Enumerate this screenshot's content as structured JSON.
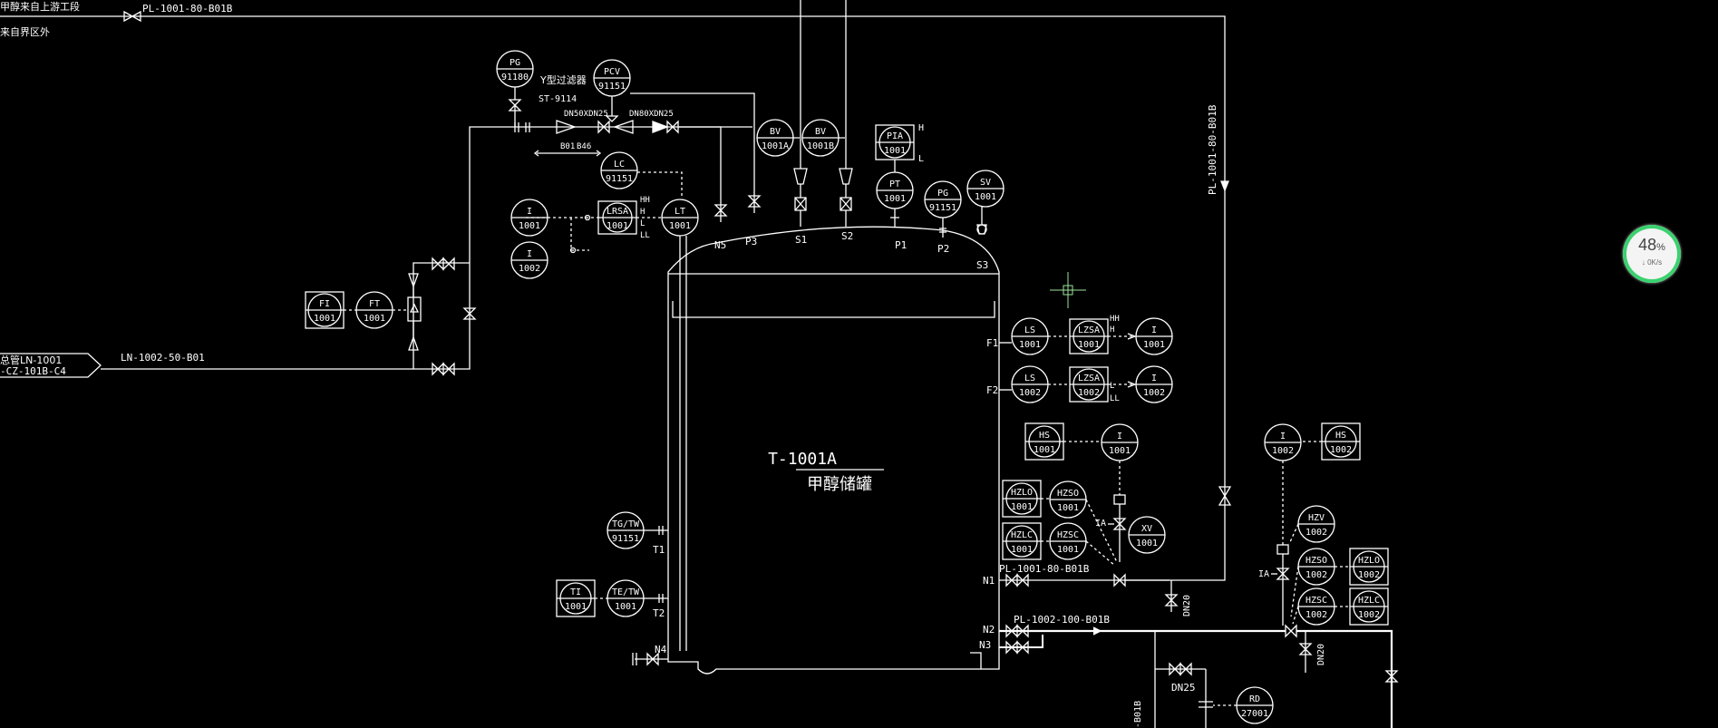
{
  "speed_widget": {
    "percent": "48",
    "unit": "%",
    "rate": "↓ 0K/s"
  },
  "tank": {
    "tag": "T-1001A",
    "name": "甲醇储罐"
  },
  "notes": {
    "top_left_1": "甲醇来自上游工段",
    "top_left_2": "来自界区外",
    "left_header_1": "总管LN-1001",
    "left_header_2": "-CZ-101B-C4"
  },
  "lines": {
    "top": "PL-1001-80-B01B",
    "left": "LN-1002-50-B01",
    "right_vertical": "PL-1001-80-B01B",
    "n1": "PL-1001-80-B01B",
    "n2": "PL-1002-100-B01B",
    "bottom_vertical": "-B01B",
    "dn20_a": "DN20",
    "dn20_b": "DN20",
    "dn25": "DN25",
    "dn50": "DN50XDN25",
    "dn80": "DN80XDN25",
    "y_filter_1": "Y型过滤器",
    "y_filter_2": "ST-9114",
    "b01": "B01",
    "b46": "B46",
    "ia1": "IA",
    "ia2": "IA"
  },
  "nozzles": [
    "N5",
    "P3",
    "S1",
    "S2",
    "P1",
    "P2",
    "S3",
    "F1",
    "F2",
    "N1",
    "N2",
    "N3",
    "N4",
    "T1",
    "T2"
  ],
  "instruments": [
    {
      "t": "PG",
      "n": "91180"
    },
    {
      "t": "PCV",
      "n": "91151"
    },
    {
      "t": "LC",
      "n": "91151"
    },
    {
      "t": "LT",
      "n": "1001"
    },
    {
      "t": "I",
      "n": "1001"
    },
    {
      "t": "I",
      "n": "1002"
    },
    {
      "t": "FT",
      "n": "1001"
    },
    {
      "t": "BV",
      "n": "1001A"
    },
    {
      "t": "BV",
      "n": "1001B"
    },
    {
      "t": "PT",
      "n": "1001"
    },
    {
      "t": "PG",
      "n": "91151"
    },
    {
      "t": "SV",
      "n": "1001"
    },
    {
      "t": "LS",
      "n": "1001"
    },
    {
      "t": "I",
      "n": "1001"
    },
    {
      "t": "LS",
      "n": "1002"
    },
    {
      "t": "I",
      "n": "1002"
    },
    {
      "t": "I",
      "n": "1001"
    },
    {
      "t": "HZSO",
      "n": "1001"
    },
    {
      "t": "HZSC",
      "n": "1001"
    },
    {
      "t": "XV",
      "n": "1001"
    },
    {
      "t": "TG/TW",
      "n": "91151"
    },
    {
      "t": "TE/TW",
      "n": "1001"
    },
    {
      "t": "I",
      "n": "1002"
    },
    {
      "t": "HZV",
      "n": "1002"
    },
    {
      "t": "HZSO",
      "n": "1002"
    },
    {
      "t": "HZSC",
      "n": "1002"
    },
    {
      "t": "RD",
      "n": "27001"
    }
  ],
  "panels": [
    {
      "t": "FI",
      "n": "1001"
    },
    {
      "t": "LRSA",
      "n": "1001"
    },
    {
      "t": "PIA",
      "n": "1001"
    },
    {
      "t": "LZSA",
      "n": "1001"
    },
    {
      "t": "LZSA",
      "n": "1002"
    },
    {
      "t": "HS",
      "n": "1001"
    },
    {
      "t": "HZLO",
      "n": "1001"
    },
    {
      "t": "HZLC",
      "n": "1001"
    },
    {
      "t": "TI",
      "n": "1001"
    },
    {
      "t": "HS",
      "n": "1002"
    },
    {
      "t": "HZLO",
      "n": "1002"
    },
    {
      "t": "HZLC",
      "n": "1002"
    }
  ],
  "alarms": {
    "lrsa_hh": "HH",
    "lrsa_h": "H",
    "lrsa_l": "L",
    "lrsa_ll": "LL",
    "pia_h": "H",
    "pia_l": "L",
    "lzsa1_hh": "HH",
    "lzsa1_h": "H",
    "lzsa2_l": "L",
    "lzsa2_ll": "LL"
  }
}
